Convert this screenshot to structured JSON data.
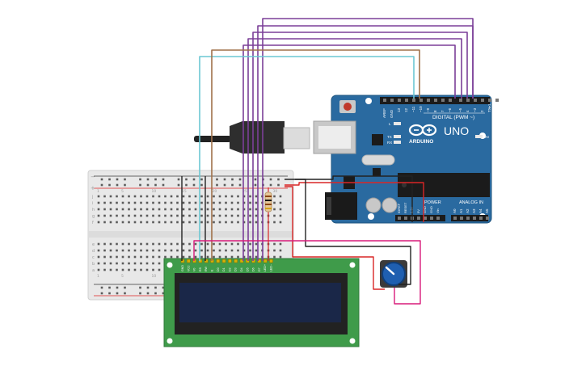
{
  "arduino": {
    "board_name": "ARDUINO",
    "model": "UNO",
    "digital_label": "DIGITAL (PWM ~)",
    "power_label": "POWER",
    "analog_label": "ANALOG IN",
    "on_label": "ON",
    "l_label": "L",
    "tx_label": "TX",
    "rx_label": "RX",
    "aref_label": "AREF",
    "gnd_label": "GND",
    "digital_pins": [
      "13",
      "12",
      "~11",
      "~10",
      "~9",
      "8",
      "7",
      "~6",
      "~5",
      "4",
      "~3",
      "2",
      "TX▸1",
      "RX◂0"
    ],
    "power_pins": [
      "IOREF",
      "RESET",
      "3.3V",
      "5V",
      "GND",
      "GND",
      "Vin"
    ],
    "analog_pins": [
      "A0",
      "A1",
      "A2",
      "A3",
      "A4",
      "A5"
    ]
  },
  "breadboard": {
    "row_letters_top": [
      "j",
      "i",
      "h",
      "g",
      "f"
    ],
    "row_letters_bottom": [
      "e",
      "d",
      "c",
      "b",
      "a"
    ],
    "column_numbers": [
      "1",
      "5",
      "10",
      "15",
      "20",
      "25",
      "30"
    ],
    "rail_plus": "+",
    "rail_minus": "−"
  },
  "lcd": {
    "pin_labels": [
      "GND",
      "VCC",
      "V0",
      "RS",
      "RW",
      "E",
      "D0",
      "D1",
      "D2",
      "D3",
      "D4",
      "D5",
      "D6",
      "D7",
      "LED+",
      "LED−"
    ]
  },
  "colors": {
    "arduino_blue": "#2a6aa0",
    "wire_purple": "#7b3f98",
    "wire_cyan": "#6cc7d3",
    "wire_brown": "#a0714a",
    "wire_red": "#d92626",
    "wire_black": "#222222",
    "wire_magenta": "#d81b7a",
    "lcd_green": "#3f9b4a",
    "lcd_screen": "#1a2748"
  }
}
